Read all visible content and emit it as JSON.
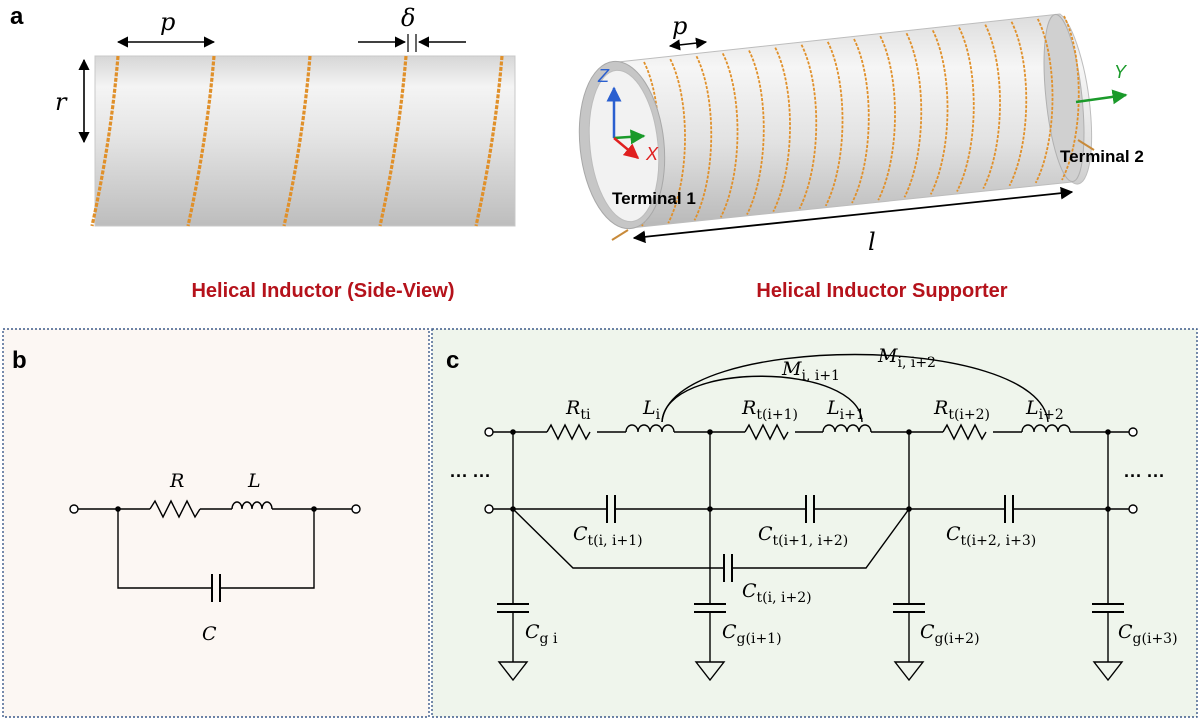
{
  "panels": {
    "a": {
      "letter": "a",
      "side_view": {
        "caption": "Helical Inductor (Side-View)",
        "pitch_symbol": "p",
        "gap_symbol": "δ",
        "radius_symbol": "r"
      },
      "supporter": {
        "caption": "Helical Inductor Supporter",
        "pitch_symbol": "p",
        "length_symbol": "l",
        "terminal_1": "Terminal 1",
        "terminal_2": "Terminal 2",
        "axis_x": "X",
        "axis_y": "Y",
        "axis_z": "Z"
      }
    },
    "b": {
      "letter": "b",
      "R": "R",
      "L": "L",
      "C": "C"
    },
    "c": {
      "letter": "c",
      "ellipsis_left": "··· ···",
      "ellipsis_right": "··· ···",
      "resistors": [
        {
          "main": "R",
          "sub": "ti"
        },
        {
          "main": "R",
          "sub": "t(i+1)"
        },
        {
          "main": "R",
          "sub": "t(i+2)"
        }
      ],
      "inductors": [
        {
          "main": "L",
          "sub": "i"
        },
        {
          "main": "L",
          "sub": "i+1"
        },
        {
          "main": "L",
          "sub": "i+2"
        }
      ],
      "mutuals": [
        {
          "main": "M",
          "sub": "i, i+1"
        },
        {
          "main": "M",
          "sub": "i, i+2"
        }
      ],
      "turn_caps": [
        {
          "main": "C",
          "sub": "t(i, i+1)"
        },
        {
          "main": "C",
          "sub": "t(i+1, i+2)"
        },
        {
          "main": "C",
          "sub": "t(i+2, i+3)"
        },
        {
          "main": "C",
          "sub": "t(i, i+2)"
        }
      ],
      "ground_caps": [
        {
          "main": "C",
          "sub": "g i"
        },
        {
          "main": "C",
          "sub": "g(i+1)"
        },
        {
          "main": "C",
          "sub": "g(i+2)"
        },
        {
          "main": "C",
          "sub": "g(i+3)"
        }
      ]
    }
  },
  "colors": {
    "caption": "#b5121b",
    "panel_b_bg": "#fcf7f3",
    "panel_c_bg": "#eff5ec",
    "panel_border": "#3d5a8a",
    "wire_winding": "#e0902a",
    "axis_x": "#e02020",
    "axis_y": "#1a9a2a",
    "axis_z": "#2a5fd0"
  }
}
